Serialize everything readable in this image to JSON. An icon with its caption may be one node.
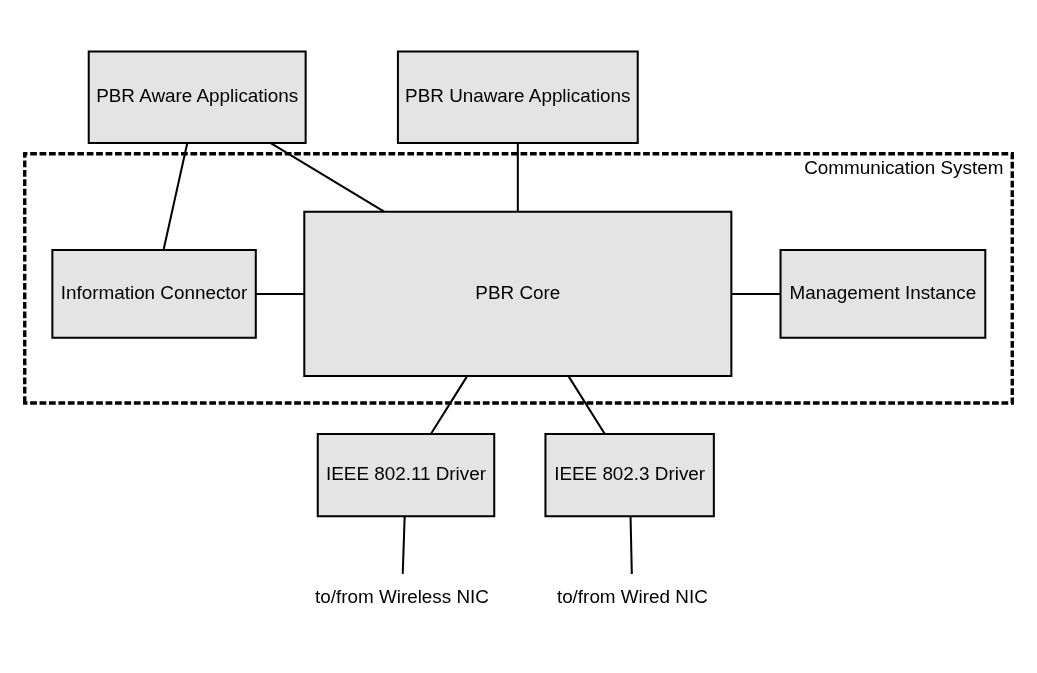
{
  "diagram": {
    "nodes": [
      {
        "text": [
          "PBR Aware Applications"
        ]
      },
      {
        "text": [
          "PBR Unaware Applications"
        ]
      },
      {
        "text": [
          "Communication System"
        ]
      },
      {
        "text": [
          "Information Connector"
        ],
        "in": 2
      },
      {
        "text": [
          "PBR Core"
        ],
        "in": 2
      },
      {
        "text": [
          "Management Instance"
        ],
        "in": 2
      },
      {
        "text": [
          "IEEE 802.11 Driver"
        ]
      },
      {
        "text": [
          "IEEE 802.3 Driver"
        ]
      },
      {
        "text": [
          "to/from Wireless NIC"
        ]
      },
      {
        "text": [
          "to/from Wired NIC"
        ]
      }
    ],
    "edges": [
      {
        "from": 0,
        "to": 3,
        "arrow": "none"
      },
      {
        "from": 0,
        "to": 4,
        "arrow": "none"
      },
      {
        "from": 1,
        "to": 4,
        "arrow": "none"
      },
      {
        "from": 3,
        "to": 4,
        "arrow": "none"
      },
      {
        "from": 4,
        "to": 5,
        "arrow": "none"
      },
      {
        "from": 4,
        "to": 6,
        "arrow": "none"
      },
      {
        "from": 4,
        "to": 7,
        "arrow": "none"
      },
      {
        "from": 6,
        "to": 8,
        "arrow": "none"
      },
      {
        "from": 7,
        "to": 9,
        "arrow": "none"
      }
    ]
  }
}
